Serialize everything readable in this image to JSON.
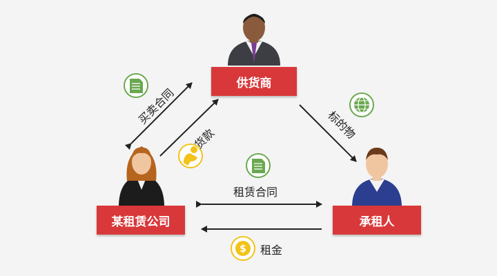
{
  "colors": {
    "box_red": "#d9383a",
    "icon_green": "#6aa84f",
    "icon_yellow": "#f2c318",
    "arrow": "#222222",
    "background": "#f4f4f4"
  },
  "nodes": {
    "supplier": "供货商",
    "lessor": "某租赁公司",
    "lessee": "承租人"
  },
  "edges": {
    "purchase_contract": "买卖合同",
    "payment": "货款",
    "subject_matter": "标的物",
    "lease_contract": "租赁合同",
    "rent": "租金"
  },
  "icons": {
    "purchase_contract": "document-icon",
    "payment": "money-hand-icon",
    "subject_matter": "globe-icon",
    "lease_contract": "document-icon",
    "rent": "dollar-coin-icon"
  }
}
